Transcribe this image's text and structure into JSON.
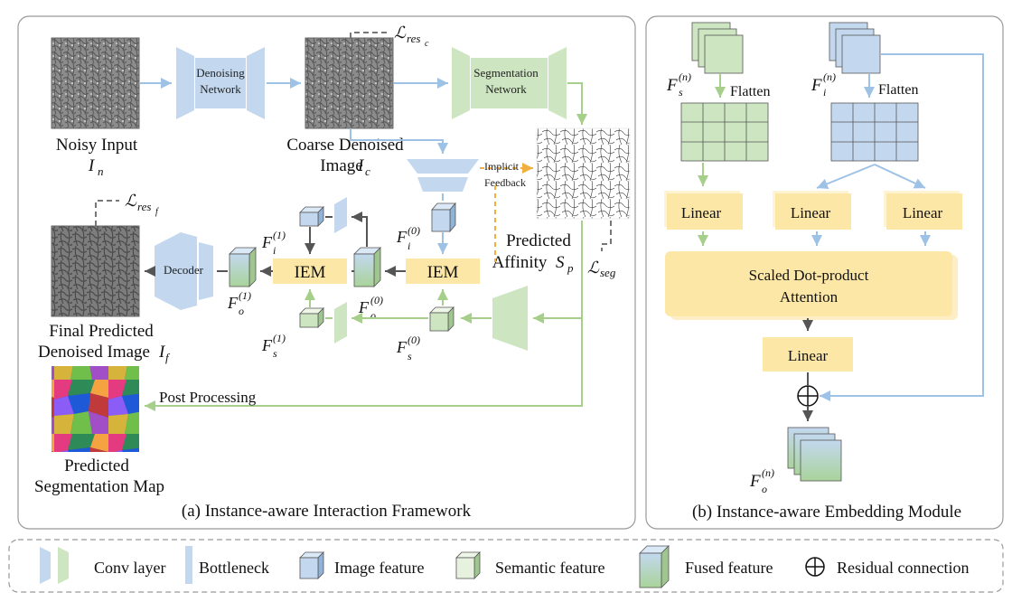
{
  "panel_a": {
    "caption": "(a) Instance-aware Interaction Framework",
    "noisy_input": {
      "title": "Noisy Input",
      "symbol": "I",
      "sub": "n"
    },
    "denoising_network": {
      "line1": "Denoising",
      "line2": "Network"
    },
    "coarse_image": {
      "line1": "Coarse Denoised",
      "line2": "Image ",
      "symbol": "I",
      "sub": "c"
    },
    "segmentation_network": {
      "line1": "Segmentation",
      "line2": "Network"
    },
    "loss_res_c": {
      "symbol": "ℒ",
      "sub": "res",
      "subsub": "c"
    },
    "loss_res_f": {
      "symbol": "ℒ",
      "sub": "res",
      "subsub": "f"
    },
    "loss_seg": {
      "symbol": "ℒ",
      "sub": "seg"
    },
    "implicit_feedback": {
      "line1": "Implicit",
      "line2": "Feedback"
    },
    "predicted_affinity": {
      "line1": "Predicted",
      "line2": "Affinity ",
      "symbol": "S",
      "sub": "p"
    },
    "iem_label": "IEM",
    "decoder_label": "Decoder",
    "fi1": {
      "symbol": "F",
      "sub": "i",
      "sup": "(1)"
    },
    "fi0": {
      "symbol": "F",
      "sub": "i",
      "sup": "(0)"
    },
    "fo1": {
      "symbol": "F",
      "sub": "o",
      "sup": "(1)"
    },
    "fo0": {
      "symbol": "F",
      "sub": "o",
      "sup": "(0)"
    },
    "fs1": {
      "symbol": "F",
      "sub": "s",
      "sup": "(1)"
    },
    "fs0": {
      "symbol": "F",
      "sub": "s",
      "sup": "(0)"
    },
    "final_image": {
      "line1": "Final Predicted",
      "line2": "Denoised Image ",
      "symbol": "I",
      "sub": "f"
    },
    "post_processing": "Post Processing",
    "segmentation_map": {
      "line1": "Predicted",
      "line2": "Segmentation Map"
    }
  },
  "panel_b": {
    "caption": "(b) Instance-aware Embedding Module",
    "fs_n": {
      "symbol": "F",
      "sub": "s",
      "sup": "(n)"
    },
    "fi_n": {
      "symbol": "F",
      "sub": "i",
      "sup": "(n)"
    },
    "fo_n": {
      "symbol": "F",
      "sub": "o",
      "sup": "(n)"
    },
    "flatten": "Flatten",
    "linear": "Linear",
    "attention": {
      "line1": "Scaled Dot-product",
      "line2": "Attention"
    }
  },
  "legend": {
    "conv": "Conv layer",
    "bottleneck": "Bottleneck",
    "image_feature": "Image feature",
    "semantic_feature": "Semantic feature",
    "fused_feature": "Fused feature",
    "residual": "Residual connection"
  },
  "colors": {
    "blue": "#c3d8ef",
    "blue_dark": "#8fb3d9",
    "green": "#cde5c1",
    "green_dark": "#9fc68e",
    "yellow": "#fde7a6",
    "arrow_blue": "#9dc2e6",
    "arrow_green": "#a6cf8c",
    "arrow_gray": "#555555",
    "feedback": "#f0b040"
  }
}
